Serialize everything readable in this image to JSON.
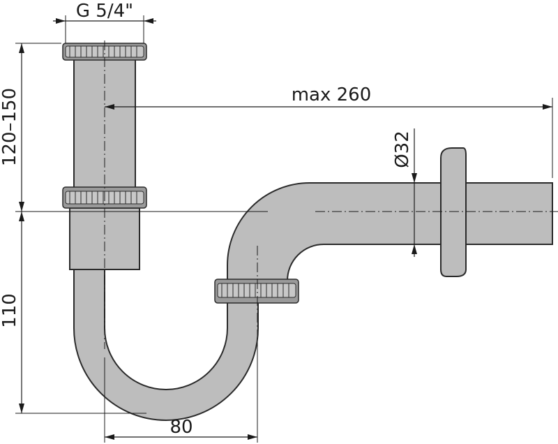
{
  "dimensions": {
    "thread": "G 5/4\"",
    "tube_height": "120–150",
    "trap_height": "110",
    "spacing": "80",
    "max_length": "max 260",
    "diameter": "Ø32"
  },
  "colors": {
    "pipe": "#bdbdbd",
    "ring": "#9a9a9a",
    "line": "#1a1a1a"
  }
}
